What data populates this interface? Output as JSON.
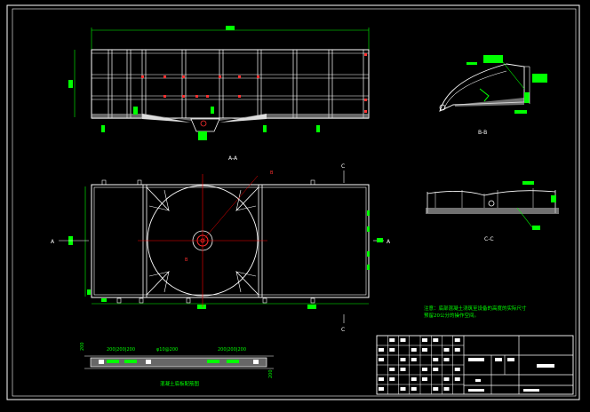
{
  "drawing": {
    "background_color": "#000000",
    "line_color": "#ffffff",
    "dimension_color": "#00ff00",
    "centerline_color": "#ff0000",
    "hatch_color": "#cccccc"
  },
  "labels": {
    "section_aa": "A-A",
    "section_bb": "B-B",
    "section_cc": "C-C",
    "cut_a": "A",
    "cut_b": "B",
    "cut_c": "C",
    "dim_detail_1": "200|200|200",
    "dim_detail_2": "φ10@200",
    "dim_detail_3": "200|200|200",
    "dim_side_1": "200",
    "dim_side_2": "200",
    "detail_caption": "混凝土底板配筋图",
    "note_line_1": "注意：底部混凝土浇筑至设备的高度的实际尺寸",
    "note_line_2": "预留20公分的操作空间。"
  },
  "title_block": {
    "rows": 6,
    "cols": 8
  }
}
